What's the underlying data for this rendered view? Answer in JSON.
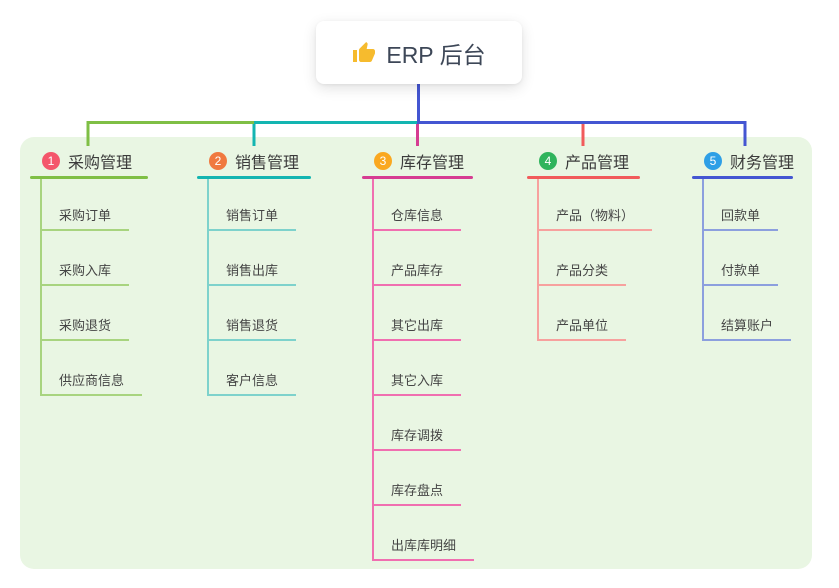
{
  "canvas": {
    "background": "#FFFFFF",
    "panel_background": "#E9F6E3"
  },
  "root_node": {
    "icon": "thumbs-up-icon",
    "title": "ERP 后台",
    "icon_color": "#F6BB2E"
  },
  "connector_colors": {
    "trunk": "#4456D2"
  },
  "branches": [
    {
      "num": "1",
      "label": "采购管理",
      "colors": {
        "badge": "#F4566B",
        "line": "#7FBF45",
        "light": "#A8D47F"
      },
      "children": [
        "采购订单",
        "采购入库",
        "采购退货",
        "供应商信息"
      ]
    },
    {
      "num": "2",
      "label": "销售管理",
      "colors": {
        "badge": "#F0793F",
        "line": "#13B5B1",
        "light": "#7ED2CC"
      },
      "children": [
        "销售订单",
        "销售出库",
        "销售退货",
        "客户信息"
      ]
    },
    {
      "num": "3",
      "label": "库存管理",
      "colors": {
        "badge": "#FAA820",
        "line": "#D63C92",
        "light": "#F06FB0"
      },
      "children": [
        "仓库信息",
        "产品库存",
        "其它出库",
        "其它入库",
        "库存调拨",
        "库存盘点",
        "出库库明细"
      ]
    },
    {
      "num": "4",
      "label": "产品管理",
      "colors": {
        "badge": "#2FB45C",
        "line": "#F15B5B",
        "light": "#F7A19E"
      },
      "children": [
        "产品（物料）",
        "产品分类",
        "产品单位"
      ]
    },
    {
      "num": "5",
      "label": "财务管理",
      "colors": {
        "badge": "#2E9FE6",
        "line": "#4456D2",
        "light": "#8C9FDE"
      },
      "children": [
        "回款单",
        "付款单",
        "结算账户"
      ]
    }
  ]
}
